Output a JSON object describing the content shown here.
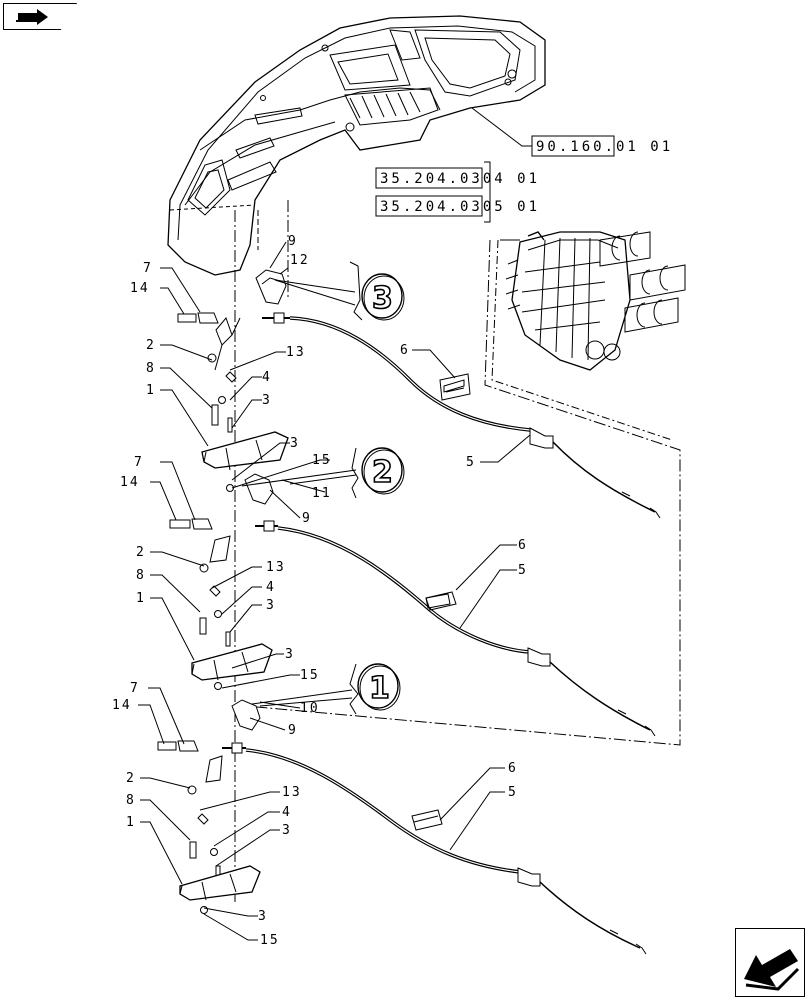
{
  "nav": {
    "prev_icon": "arrow-right-icon",
    "next_icon": "arrow-bottom-left-icon"
  },
  "refs": {
    "fender": "90.160.01 01",
    "valve_a": "35.204.0304 01",
    "valve_b": "35.204.0305 01"
  },
  "circles": {
    "c1": "1",
    "c2": "2",
    "c3": "3"
  },
  "callouts": {
    "9a": "9",
    "12": "12",
    "7a": "7",
    "14a": "14",
    "2a": "2",
    "13a": "13",
    "8a": "8",
    "4a": "4",
    "1a": "1",
    "3a": "3",
    "3b": "3",
    "15a": "15",
    "11": "11",
    "9b": "9",
    "6a": "6",
    "5a": "5",
    "7b": "7",
    "14b": "14",
    "2b": "2",
    "13b": "13",
    "8b": "8",
    "4b": "4",
    "1b": "1",
    "3c": "3",
    "3d": "3",
    "15b": "15",
    "10": "10",
    "9c": "9",
    "6b": "6",
    "5b": "5",
    "7c": "7",
    "14c": "14",
    "2c": "2",
    "13c": "13",
    "8c": "8",
    "4c": "4",
    "1c": "1",
    "3e": "3",
    "3f": "3",
    "15c": "15",
    "6c": "6",
    "5c": "5"
  }
}
